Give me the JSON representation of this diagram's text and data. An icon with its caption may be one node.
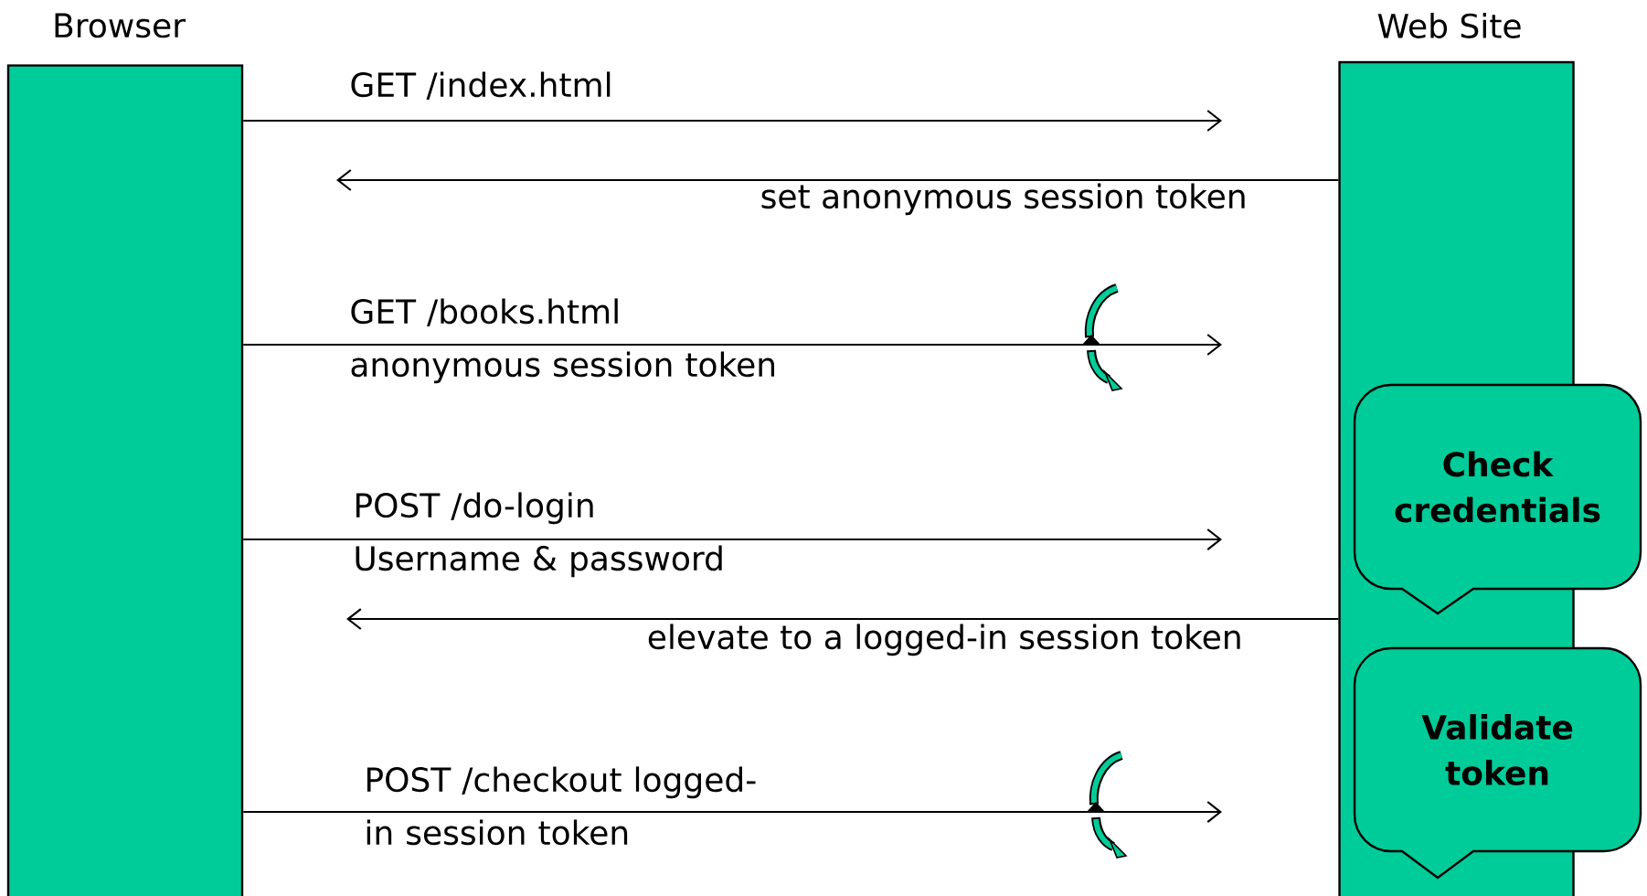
{
  "diagram": {
    "nodes": [
      {
        "text": [
          "Browser"
        ]
      },
      {
        "text": [
          "Web Site"
        ]
      },
      {
        "text": [
          "Check credentials"
        ]
      },
      {
        "text": [
          "Validate token"
        ]
      }
    ],
    "edges": [
      {
        "from": 0,
        "to": null,
        "arrow": "to",
        "label": "GET /index.html"
      },
      {
        "from": 1,
        "to": null,
        "arrow": "to",
        "label": "set anonymous session token"
      },
      {
        "from": 0,
        "to": null,
        "arrow": "to",
        "label": "GET /books.html anonymous session token"
      },
      {
        "from": 0,
        "to": null,
        "arrow": "to",
        "label": "POST /do-login Username & password"
      },
      {
        "from": 1,
        "to": null,
        "arrow": "to",
        "label": "elevate to a logged-in session token"
      },
      {
        "from": 0,
        "to": null,
        "arrow": "to",
        "label": "POST /checkout logged-in session token"
      }
    ]
  }
}
